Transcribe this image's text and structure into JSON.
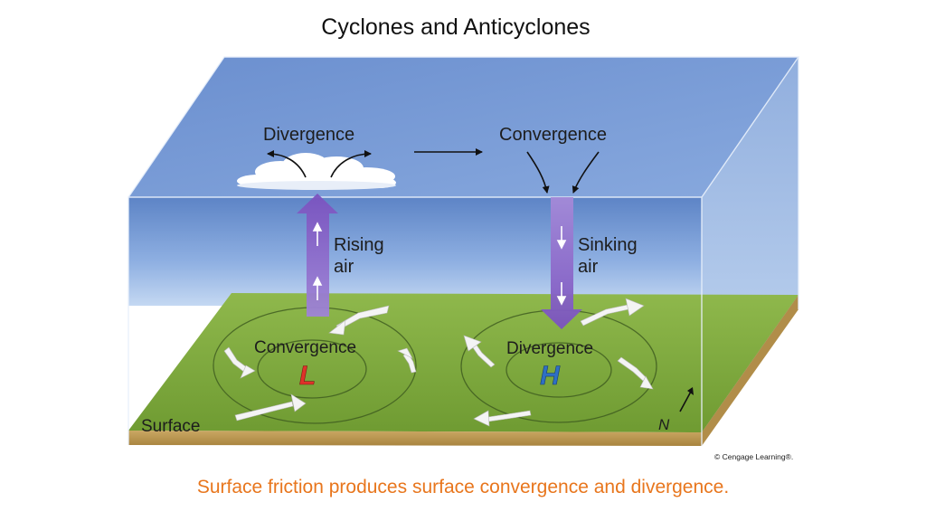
{
  "slide": {
    "title": "Cyclones and Anticyclones",
    "caption": "Surface friction produces surface convergence and divergence."
  },
  "diagram": {
    "upper_left": "Divergence",
    "upper_right": "Convergence",
    "rising_line1": "Rising",
    "rising_line2": "air",
    "sinking_line1": "Sinking",
    "sinking_line2": "air",
    "surface_left": "Convergence",
    "surface_right": "Divergence",
    "low_symbol": "L",
    "high_symbol": "H",
    "surface_label": "Surface",
    "north_symbol": "N",
    "copyright": "© Cengage Learning®."
  },
  "colors": {
    "sky_top": "#6f93d0",
    "sky_bottom": "#b4cdf0",
    "grass": "#8db84a",
    "soil": "#c4a05a",
    "vertical_flow": "#8a63c4",
    "low_symbol": "#e0322a",
    "high_symbol": "#2f6fc4",
    "caption": "#e8761d"
  }
}
